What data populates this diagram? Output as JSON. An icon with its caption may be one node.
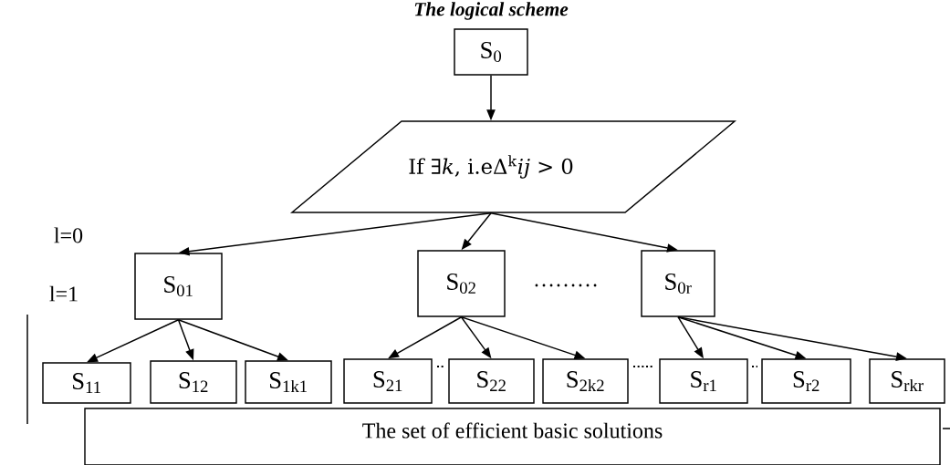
{
  "diagram": {
    "title": "The logical scheme",
    "nodes": [
      {
        "text": [
          "S$_{0}$"
        ]
      },
      {
        "text": [
          "If ∃*k*, i.eΔ$^{k}$*ij* > 0"
        ]
      },
      {
        "text": [
          "S$_{01}$"
        ]
      },
      {
        "text": [
          "S$_{02}$"
        ]
      },
      {
        "text": [
          "S$_{0r}$"
        ]
      },
      {
        "text": [
          "S$_{11}$"
        ]
      },
      {
        "text": [
          "S$_{12}$"
        ]
      },
      {
        "text": [
          "S$_{1k1}$"
        ]
      },
      {
        "text": [
          "S$_{21}$"
        ]
      },
      {
        "text": [
          "S$_{22}$"
        ]
      },
      {
        "text": [
          "S$_{2k2}$"
        ]
      },
      {
        "text": [
          "S$_{r1}$"
        ]
      },
      {
        "text": [
          "S$_{r2}$"
        ]
      },
      {
        "text": [
          "S$_{rkr}$"
        ]
      },
      {
        "text": [
          "The set of efficient basic solutions"
        ]
      }
    ],
    "edges": [
      {
        "from": 0,
        "to": 1,
        "arrow": "to"
      },
      {
        "from": 1,
        "to": 2,
        "arrow": "to"
      },
      {
        "from": 1,
        "to": 3,
        "arrow": "to"
      },
      {
        "from": 1,
        "to": 4,
        "arrow": "to"
      },
      {
        "from": 2,
        "to": 5,
        "arrow": "to"
      },
      {
        "from": 2,
        "to": 6,
        "arrow": "to"
      },
      {
        "from": 2,
        "to": 7,
        "arrow": "to"
      },
      {
        "from": 3,
        "to": 8,
        "arrow": "to"
      },
      {
        "from": 3,
        "to": 9,
        "arrow": "to"
      },
      {
        "from": 3,
        "to": 10,
        "arrow": "to"
      },
      {
        "from": 4,
        "to": 11,
        "arrow": "to"
      },
      {
        "from": 4,
        "to": 12,
        "arrow": "to"
      },
      {
        "from": 4,
        "to": 13,
        "arrow": "to"
      }
    ],
    "labels": [
      "l=0",
      "l=1",
      "………"
    ]
  }
}
